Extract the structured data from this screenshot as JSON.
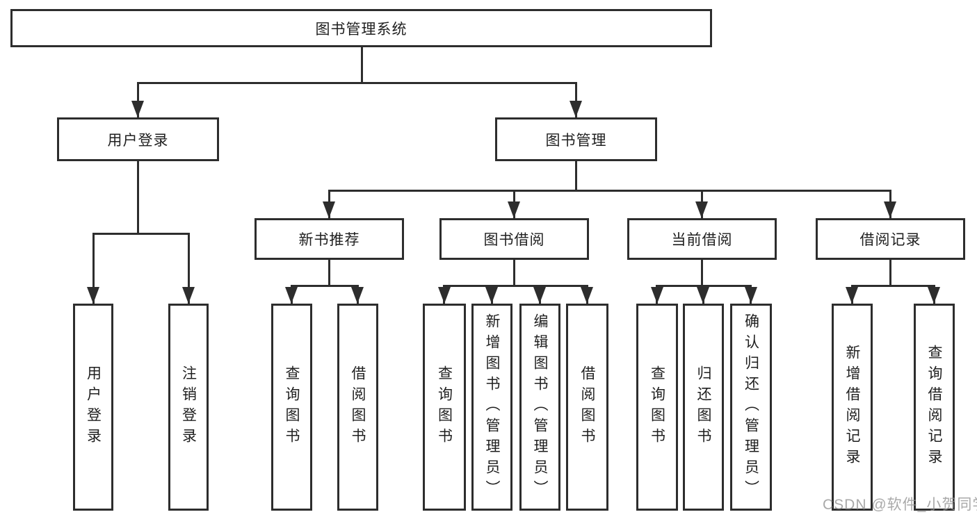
{
  "diagram": {
    "title": "图书管理系统",
    "line_color": "#2d2d2d",
    "box_background": "#ffffff",
    "level2": [
      {
        "label": "用户登录"
      },
      {
        "label": "图书管理"
      }
    ],
    "level3": [
      {
        "label": "新书推荐"
      },
      {
        "label": "图书借阅"
      },
      {
        "label": "当前借阅"
      },
      {
        "label": "借阅记录"
      }
    ],
    "leaves": {
      "user_login": [
        {
          "label": "用户登录"
        },
        {
          "label": "注销登录"
        }
      ],
      "new_book": [
        {
          "label": "查询图书"
        },
        {
          "label": "借阅图书"
        }
      ],
      "book_borrow": [
        {
          "label": "查询图书"
        },
        {
          "label": "新增图书（管理员）"
        },
        {
          "label": "编辑图书（管理员）"
        },
        {
          "label": "借阅图书"
        }
      ],
      "current_borrow": [
        {
          "label": "查询图书"
        },
        {
          "label": "归还图书"
        },
        {
          "label": "确认归还（管理员）"
        }
      ],
      "borrow_record": [
        {
          "label": "新增借阅记录"
        },
        {
          "label": "查询借阅记录"
        }
      ]
    }
  },
  "watermark": {
    "text": "CSDN @软件_小贺同学",
    "color": "#919191"
  }
}
